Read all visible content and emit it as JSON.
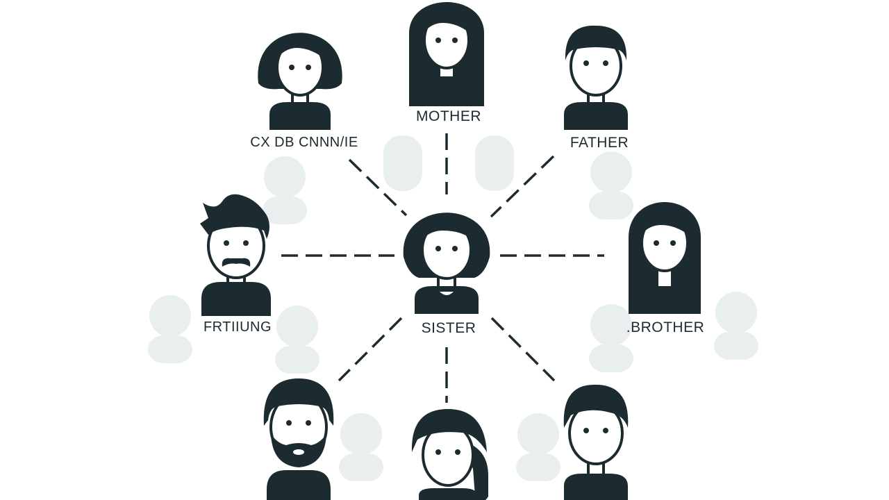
{
  "theme": {
    "ink": "#1c2b30",
    "ghost": "#e9eeee",
    "background": "#ffffff"
  },
  "labels": {
    "center": "SISTER",
    "top": "MOTHER",
    "top_left": "CX DB CNNN/IE",
    "top_right": "FATHER",
    "left": "FRTIIUNG",
    "right": ".BROTHER"
  },
  "nodes": [
    {
      "id": "center",
      "icon": "woman-bob-icon"
    },
    {
      "id": "top",
      "icon": "woman-long-hair-icon"
    },
    {
      "id": "top-left",
      "icon": "woman-bob-icon"
    },
    {
      "id": "top-right",
      "icon": "boy-icon"
    },
    {
      "id": "left",
      "icon": "man-mustache-icon"
    },
    {
      "id": "right",
      "icon": "woman-long-hair-icon"
    },
    {
      "id": "bottom-left",
      "icon": "man-beard-icon"
    },
    {
      "id": "bottom",
      "icon": "woman-side-hair-icon"
    },
    {
      "id": "bottom-right",
      "icon": "boy-icon"
    }
  ]
}
